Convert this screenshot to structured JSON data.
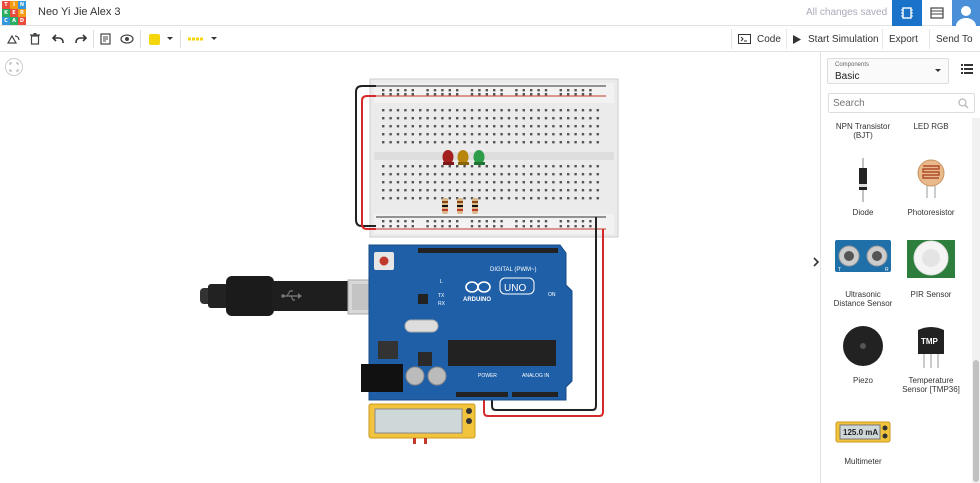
{
  "header": {
    "logo_letters": [
      "TIN",
      "KER",
      "CAD"
    ],
    "logo_colors": [
      "#e74c3c",
      "#f39c12",
      "#27ae60",
      "#3498db"
    ],
    "project_title": "Neo Yi Jie Alex 3",
    "save_status": "All changes saved",
    "view_icons": [
      "circuit-view-icon",
      "schematic-list-icon"
    ]
  },
  "toolbar": {
    "color_swatch": "#f5d60a",
    "code_label": "Code",
    "start_simulation_label": "Start Simulation",
    "export_label": "Export",
    "send_to_label": "Send To"
  },
  "panel": {
    "components_label": "Components",
    "category_value": "Basic",
    "search_placeholder": "Search",
    "components": [
      {
        "name": "NPN Transistor (BJT)",
        "line1": "NPN Transistor",
        "line2": "(BJT)"
      },
      {
        "name": "LED RGB",
        "line1": "LED RGB",
        "line2": ""
      },
      {
        "name": "Diode",
        "line1": "Diode",
        "line2": ""
      },
      {
        "name": "Photoresistor",
        "line1": "Photoresistor",
        "line2": ""
      },
      {
        "name": "Ultrasonic Distance Sensor",
        "line1": "Ultrasonic",
        "line2": "Distance Sensor"
      },
      {
        "name": "PIR Sensor",
        "line1": "PIR Sensor",
        "line2": ""
      },
      {
        "name": "Piezo",
        "line1": "Piezo",
        "line2": ""
      },
      {
        "name": "Temperature Sensor [TMP36]",
        "line1": "Temperature",
        "line2": "Sensor [TMP36]"
      },
      {
        "name": "Multimeter",
        "line1": "Multimeter",
        "line2": "",
        "display": "125.0 mA"
      }
    ],
    "ultrasonic_labels": [
      "T",
      "R"
    ],
    "tmp_label": "TMP"
  },
  "circuit": {
    "arduino_labels": {
      "digital": "DIGITAL (PWM~)",
      "brand": "ARDUINO",
      "model": "UNO",
      "power": "POWER",
      "analog": "ANALOG IN",
      "on": "ON",
      "l": "L",
      "tx": "TX",
      "rx": "RX"
    },
    "led_colors": [
      "#c0392b",
      "#d4a017",
      "#27ae60"
    ],
    "wire_red": "#d62828",
    "wire_black": "#222222",
    "board_color": "#1f5fa8"
  }
}
